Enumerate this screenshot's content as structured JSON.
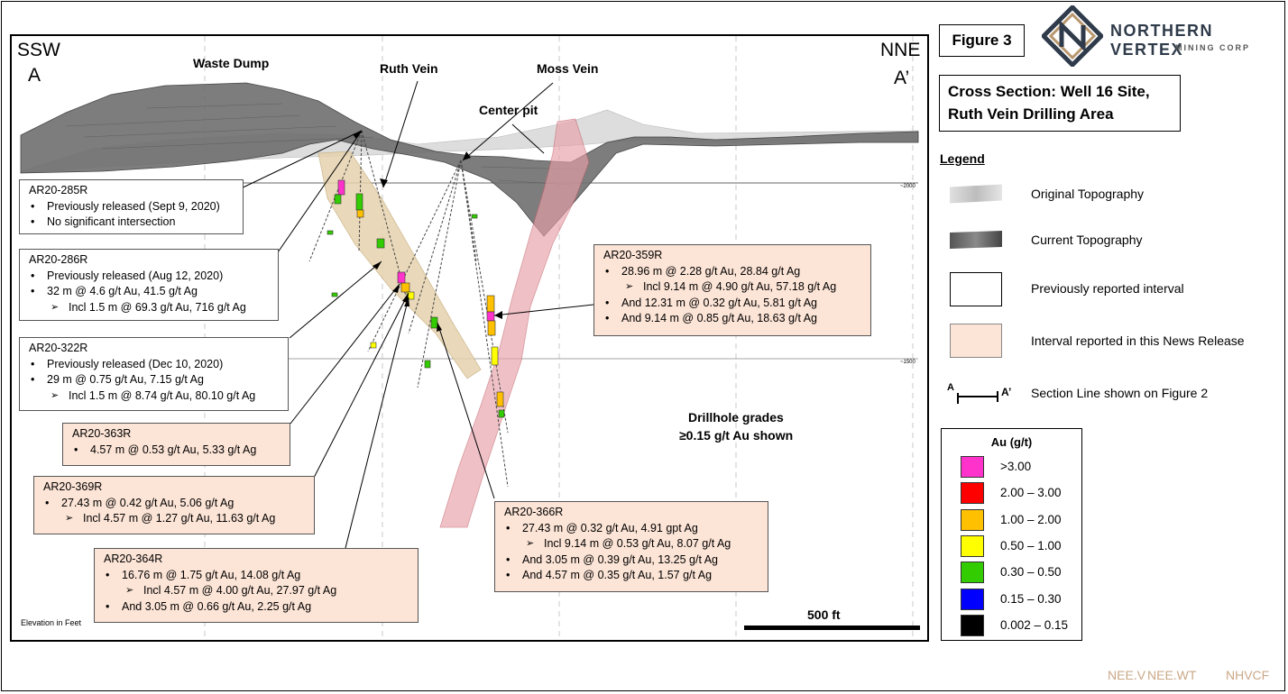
{
  "figure_label": "Figure 3",
  "company": {
    "name": "NORTHERN VERTEX",
    "sub": "MINING CORP"
  },
  "title_lines": [
    "Cross Section: Well 16 Site,",
    "Ruth Vein Drilling Area"
  ],
  "section": {
    "left_dir": "SSW",
    "left_pt": "A",
    "right_dir": "NNE",
    "right_pt": "A’",
    "labels": {
      "waste_dump": "Waste Dump",
      "ruth_vein": "Ruth Vein",
      "moss_vein": "Moss Vein",
      "center_pit": "Center pit",
      "grades_line1": "Drillhole grades",
      "grades_line2": "≥0.15 g/t Au shown",
      "scale": "500 ft",
      "elevation": "Elevation in Feet",
      "elev_2000": "~2000",
      "elev_1500": "~1500"
    }
  },
  "callouts": [
    {
      "id": "AR20-285R",
      "lines": [
        {
          "text": "Previously released (Sept 9, 2020)",
          "sub": false
        },
        {
          "text": "No significant intersection",
          "sub": false
        }
      ]
    },
    {
      "id": "AR20-286R",
      "lines": [
        {
          "text": "Previously released (Aug 12, 2020)",
          "sub": false
        },
        {
          "text": "32 m @ 4.6 g/t Au, 41.5 g/t Ag",
          "sub": false
        },
        {
          "text": "Incl 1.5 m @ 69.3 g/t Au, 716 g/t Ag",
          "sub": true
        }
      ]
    },
    {
      "id": "AR20-322R",
      "lines": [
        {
          "text": "Previously released (Dec 10, 2020)",
          "sub": false
        },
        {
          "text": "29 m @ 0.75 g/t Au, 7.15 g/t Ag",
          "sub": false
        },
        {
          "text": "Incl 1.5 m @ 8.74 g/t Au, 80.10 g/t Ag",
          "sub": true
        }
      ]
    },
    {
      "id": "AR20-363R",
      "lines": [
        {
          "text": "4.57 m @ 0.53 g/t Au, 5.33 g/t Ag",
          "sub": false
        }
      ]
    },
    {
      "id": "AR20-369R",
      "lines": [
        {
          "text": "27.43 m @ 0.42 g/t Au, 5.06 g/t Ag",
          "sub": false
        },
        {
          "text": "Incl 4.57 m @ 1.27 g/t Au, 11.63 g/t Ag",
          "sub": true
        }
      ]
    },
    {
      "id": "AR20-364R",
      "lines": [
        {
          "text": "16.76 m @ 1.75 g/t Au, 14.08 g/t Ag",
          "sub": false
        },
        {
          "text": "Incl 4.57 m @ 4.00 g/t Au, 27.97 g/t Ag",
          "sub": true
        },
        {
          "text": "And 3.05 m @ 0.66 g/t Au, 2.25 g/t Ag",
          "sub": false
        }
      ]
    },
    {
      "id": "AR20-359R",
      "lines": [
        {
          "text": "28.96 m @ 2.28 g/t Au, 28.84 g/t Ag",
          "sub": false
        },
        {
          "text": "Incl 9.14 m @ 4.90 g/t Au, 57.18 g/t Ag",
          "sub": true
        },
        {
          "text": "And 12.31 m @ 0.32 g/t Au, 5.81 g/t Ag",
          "sub": false
        },
        {
          "text": "And 9.14 m @ 0.85 g/t Au, 18.63 g/t Ag",
          "sub": false
        }
      ]
    },
    {
      "id": "AR20-366R",
      "lines": [
        {
          "text": "27.43 m @ 0.32 g/t Au, 4.91 gpt Ag",
          "sub": false
        },
        {
          "text": "Incl 9.14 m @ 0.53 g/t Au, 8.07 g/t Ag",
          "sub": true
        },
        {
          "text": "And 3.05 m @ 0.39 g/t Au, 13.25 g/t Ag",
          "sub": false
        },
        {
          "text": "And 4.57 m @ 0.35 g/t Au, 1.57 g/t Ag",
          "sub": false
        }
      ]
    }
  ],
  "legend": {
    "title": "Legend",
    "items": [
      {
        "label": "Original Topography"
      },
      {
        "label": "Current Topography"
      },
      {
        "label": "Previously reported interval"
      },
      {
        "label": "Interval reported in this News Release"
      },
      {
        "label": "Section Line shown on Figure 2"
      }
    ],
    "section_line_a": "A",
    "section_line_a2": "A’"
  },
  "au_scale": {
    "title": "Au (g/t)",
    "bins": [
      {
        "label": ">3.00",
        "color": "#ff33cc"
      },
      {
        "label": "2.00 – 3.00",
        "color": "#ff0000"
      },
      {
        "label": "1.00 – 2.00",
        "color": "#ffc000"
      },
      {
        "label": "0.50 – 1.00",
        "color": "#ffff00"
      },
      {
        "label": "0.30 – 0.50",
        "color": "#33cc00"
      },
      {
        "label": "0.15 – 0.30",
        "color": "#0000ff"
      },
      {
        "label": "0.002 – 0.15",
        "color": "#000000"
      }
    ]
  },
  "tickers": [
    "NEE.V",
    "NEE.WT",
    "NHVCF"
  ],
  "colors": {
    "pink_box": "#fce4d6",
    "vein_tan": "#e6d3ae",
    "vein_red": "#e8a0a8",
    "ticker": "#caa887"
  }
}
